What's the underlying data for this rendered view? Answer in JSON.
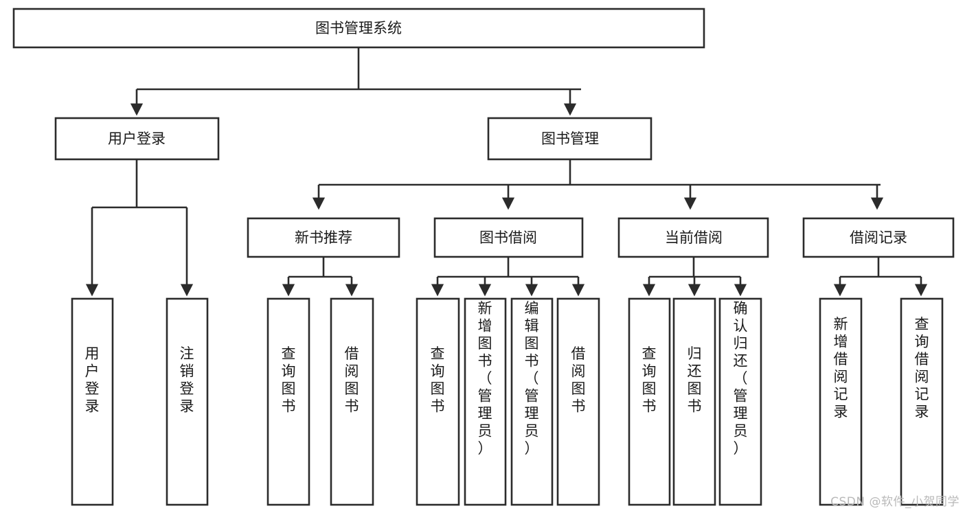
{
  "diagram": {
    "type": "tree",
    "title": "图书管理系统",
    "watermark": "CSDN @软件_小贺同学",
    "colors": {
      "stroke": "#2b2b2b",
      "fill": "#ffffff",
      "text": "#1a1a1a",
      "watermark": "#b9b9b9"
    },
    "nodes": {
      "root": "图书管理系统",
      "level2": [
        "用户登录",
        "图书管理"
      ],
      "level3": [
        "新书推荐",
        "图书借阅",
        "当前借阅",
        "借阅记录"
      ],
      "leaves": {
        "user_login": [
          "用户登录",
          "注销登录"
        ],
        "new_book_recommend": [
          "查询图书",
          "借阅图书"
        ],
        "book_borrow": [
          "查询图书",
          "新增图书（管理员）",
          "编辑图书（管理员）",
          "借阅图书"
        ],
        "current_borrow": [
          "查询图书",
          "归还图书",
          "确认归还（管理员）"
        ],
        "borrow_record": [
          "新增借阅记录",
          "查询借阅记录"
        ]
      }
    }
  }
}
